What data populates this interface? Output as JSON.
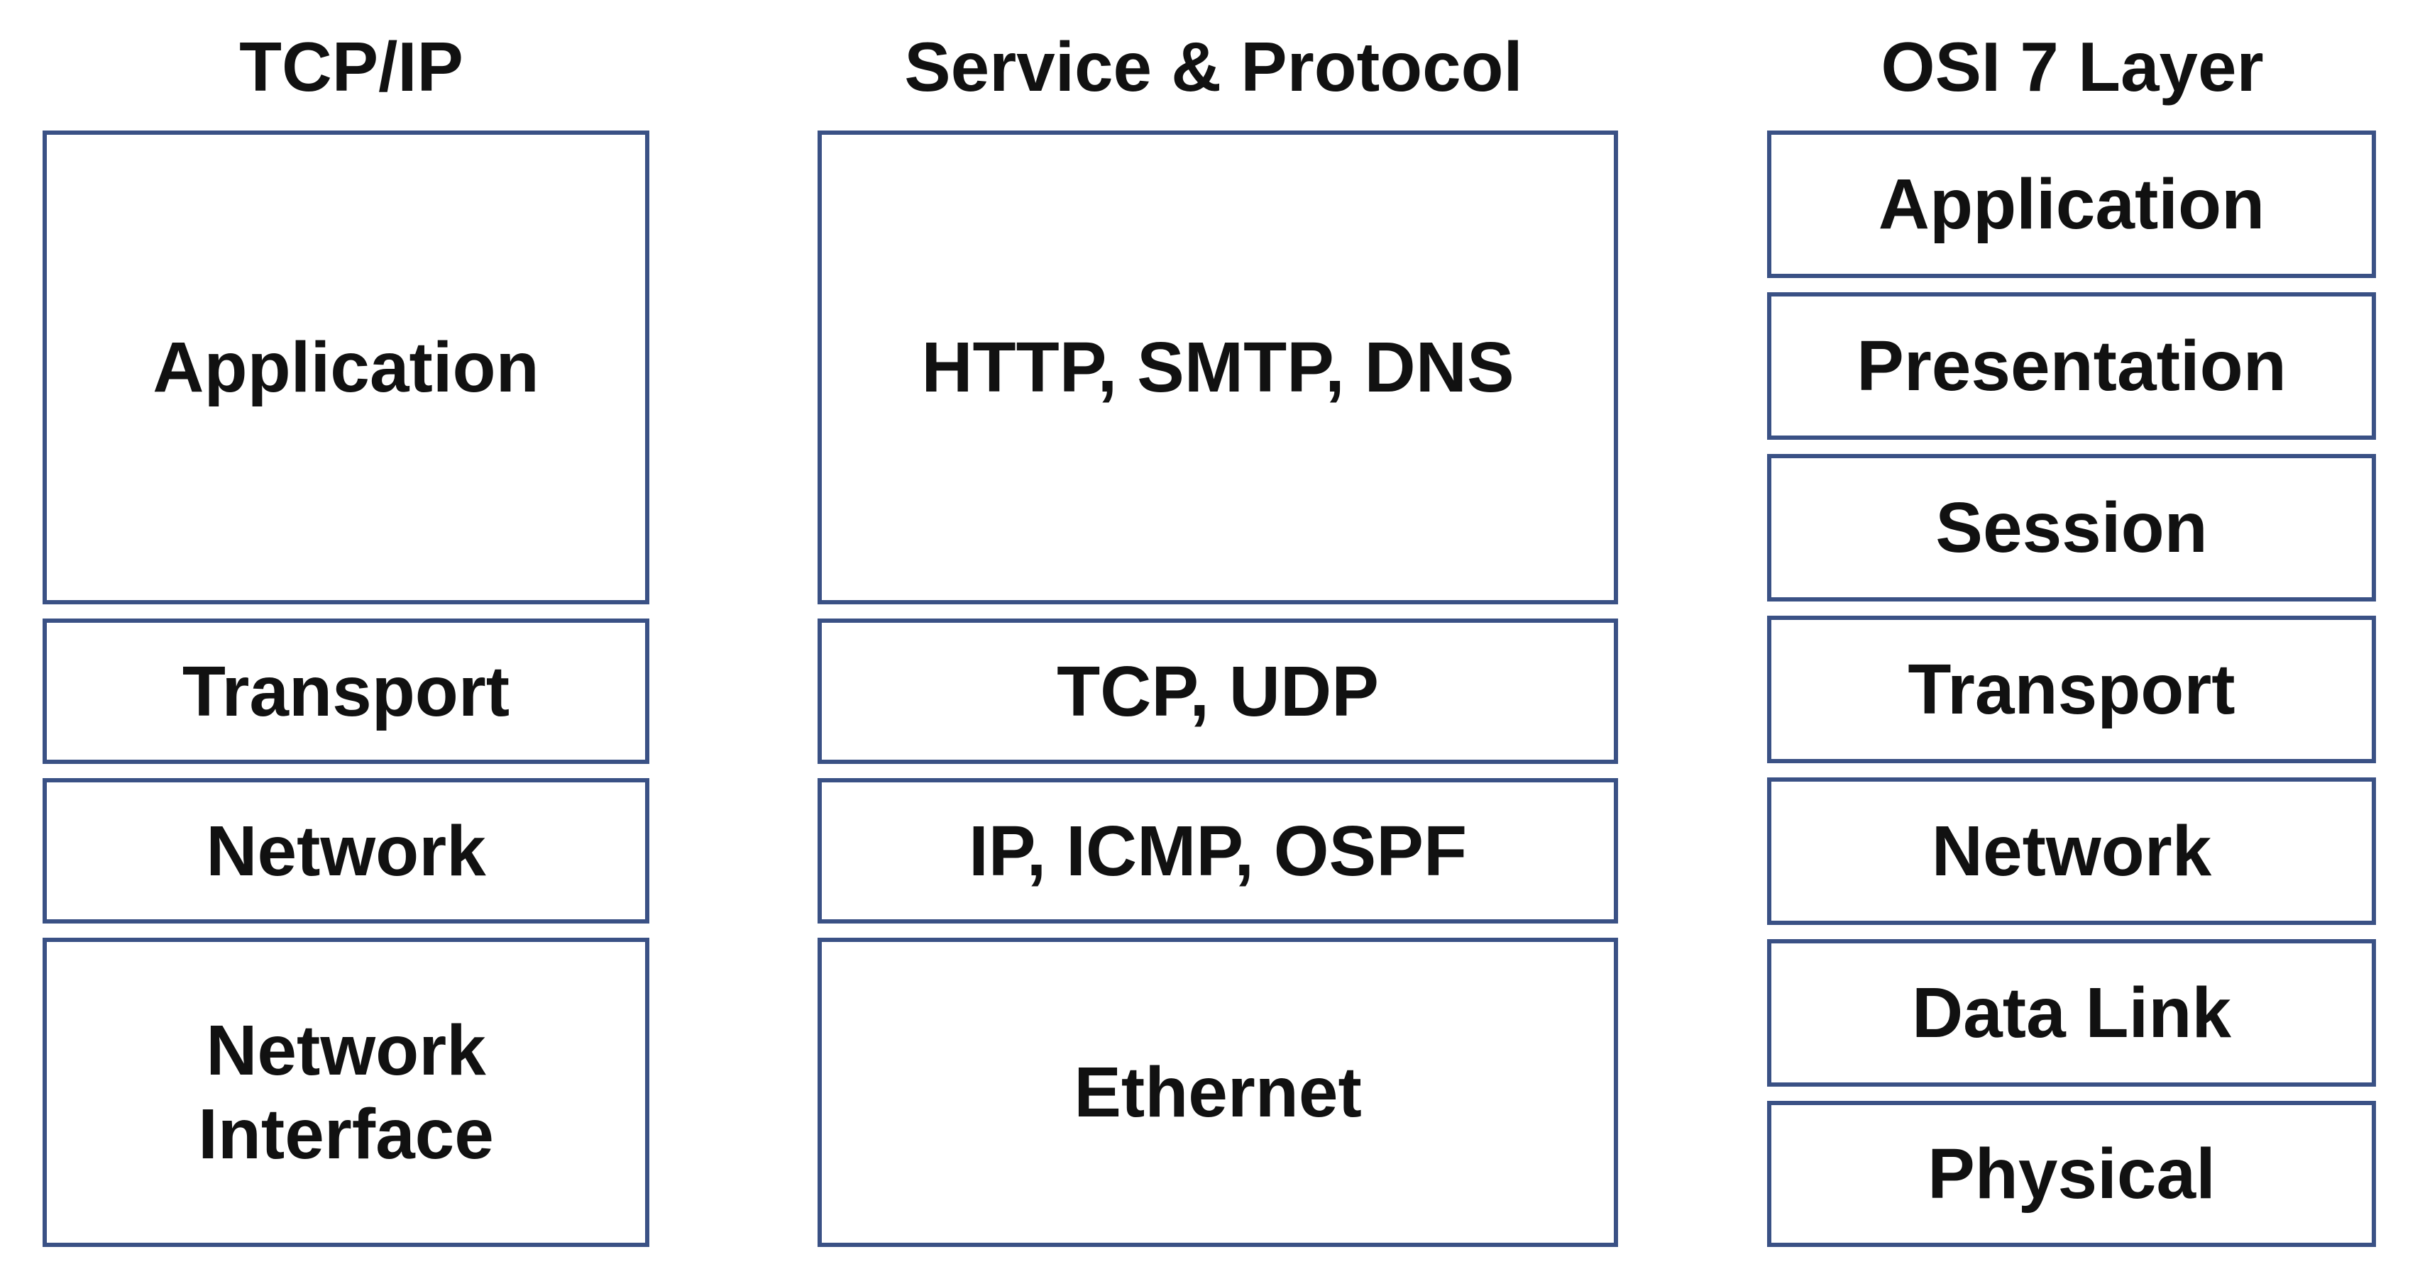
{
  "columns": [
    {
      "title": "TCP/IP",
      "layers": [
        "Application",
        "Transport",
        "Network",
        "Network\nInterface"
      ]
    },
    {
      "title": "Service & Protocol",
      "layers": [
        "HTTP, SMTP, DNS",
        "TCP, UDP",
        "IP, ICMP, OSPF",
        "Ethernet"
      ]
    },
    {
      "title": "OSI 7 Layer",
      "layers": [
        "Application",
        "Presentation",
        "Session",
        "Transport",
        "Network",
        "Data Link",
        "Physical"
      ]
    }
  ],
  "colors": {
    "border": "#3a5185",
    "text": "#111111",
    "background": "#ffffff"
  }
}
